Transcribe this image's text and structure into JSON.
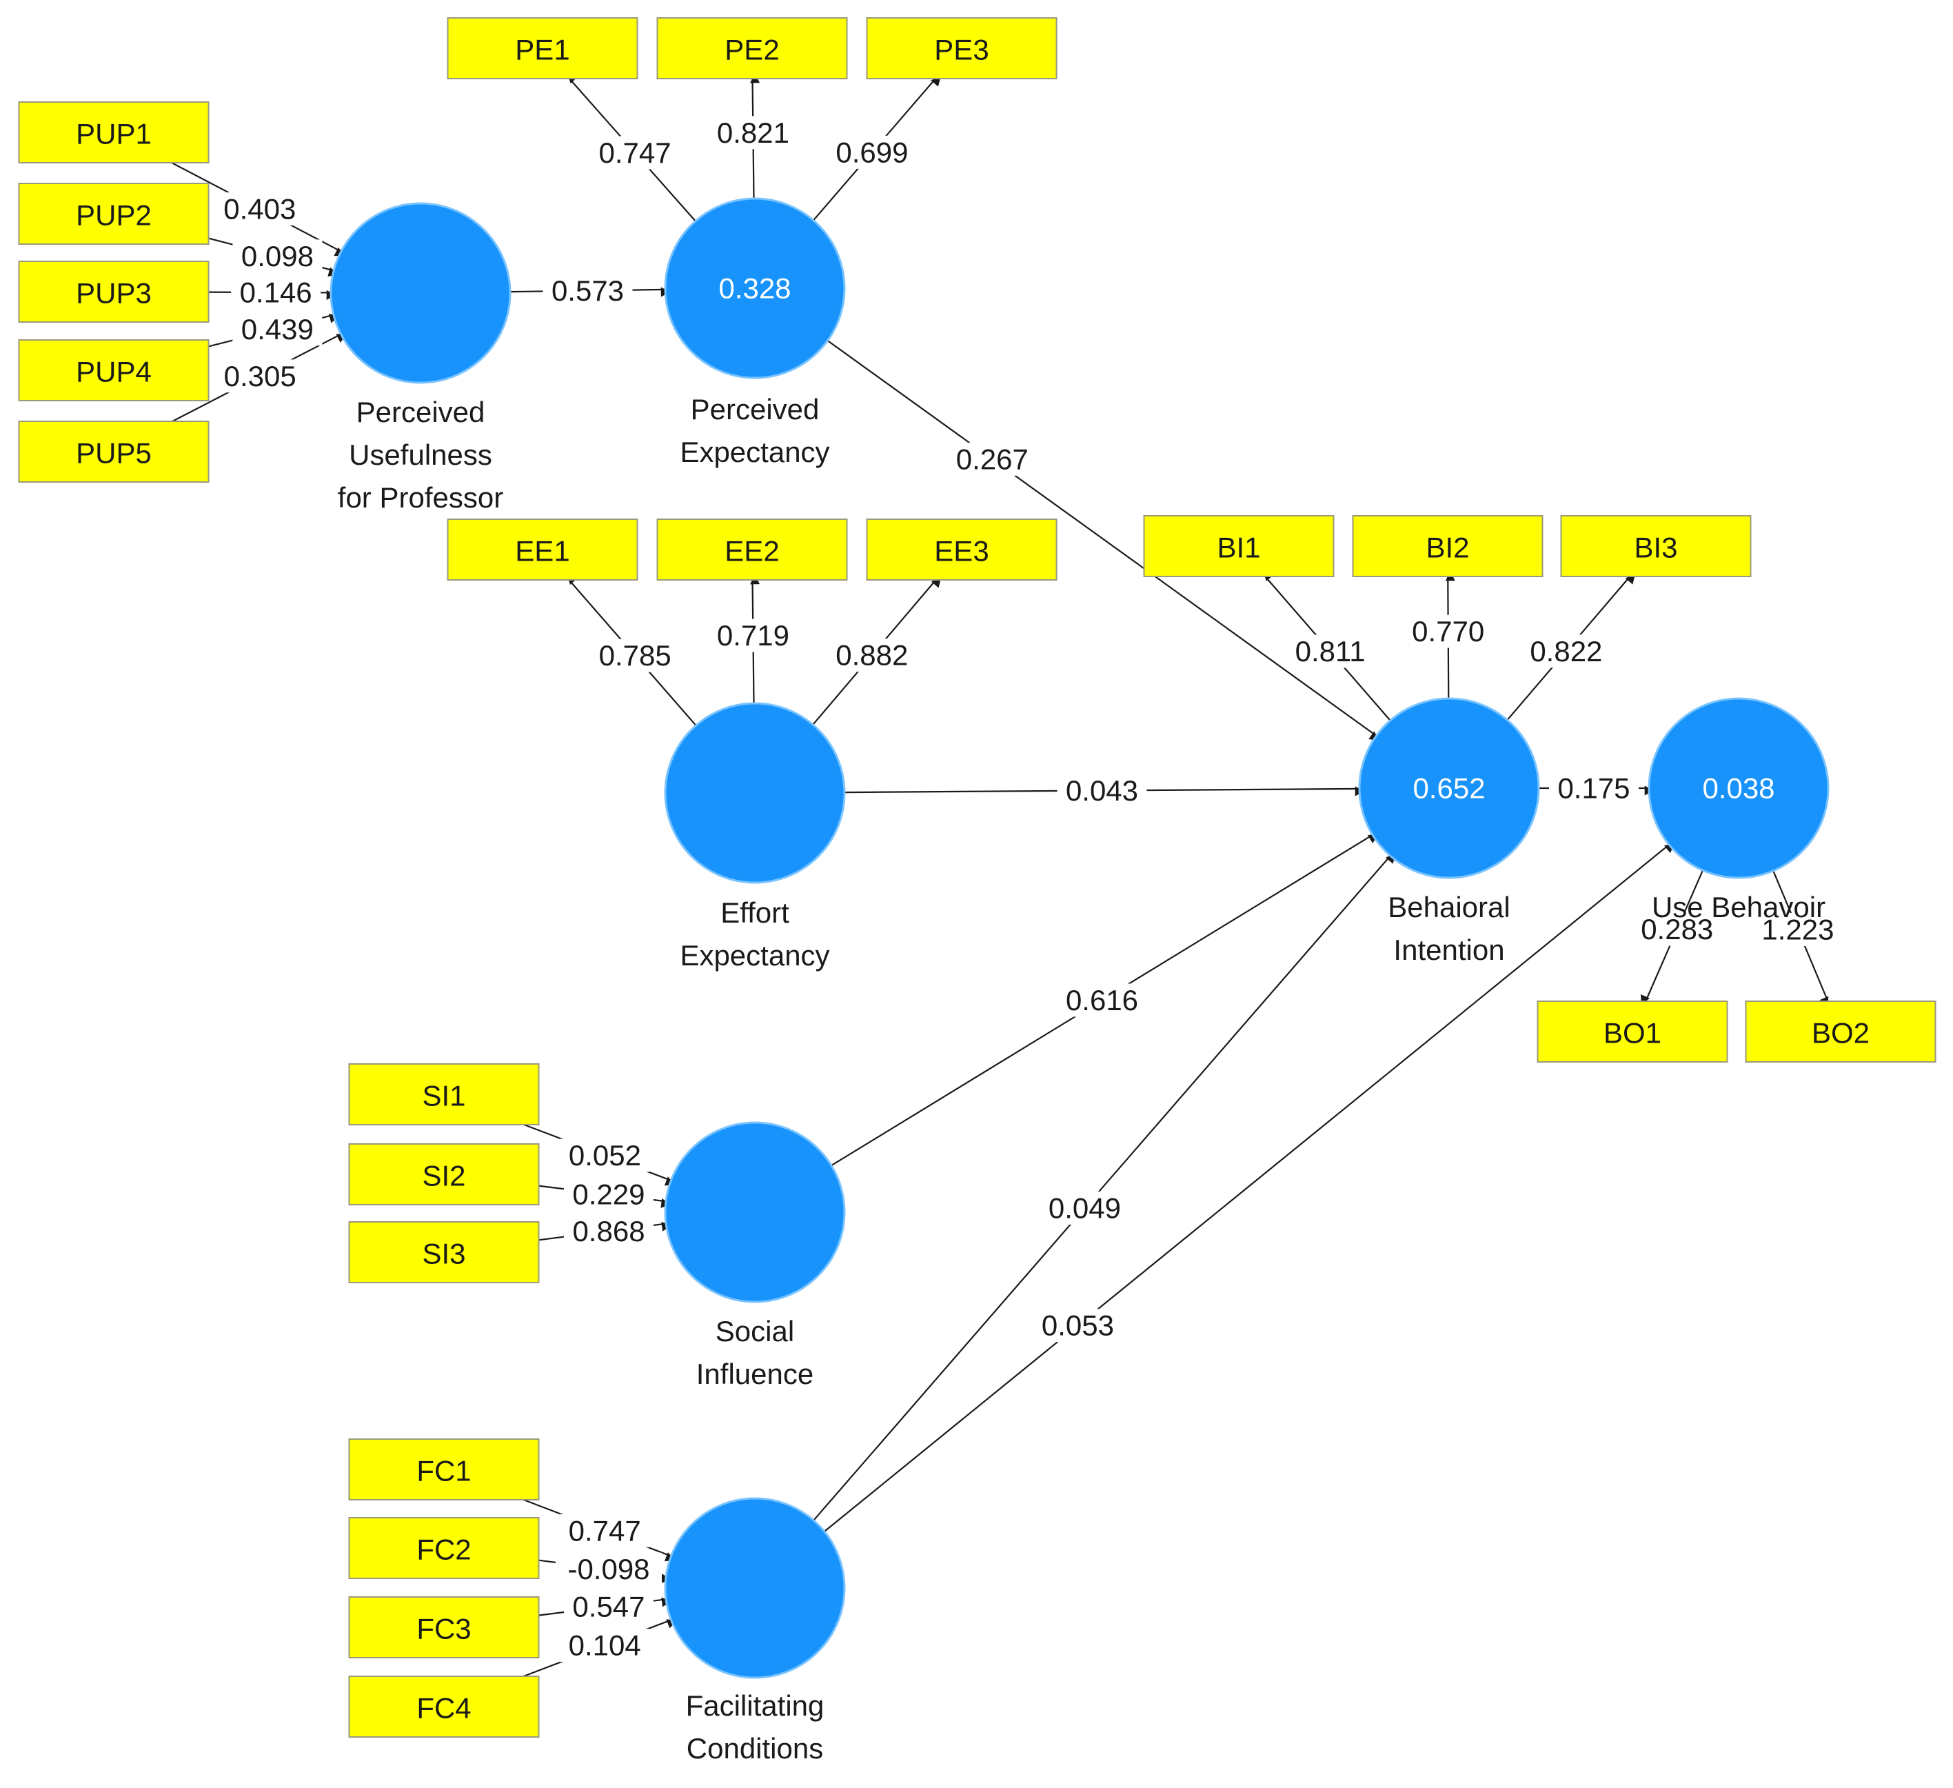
{
  "colors": {
    "latent": "#1893fb",
    "indicator": "#ffff00",
    "line": "#1a1a1a"
  },
  "latent_variables": [
    {
      "id": "PUP",
      "name_lines": [
        "Perceived",
        "Usefulness",
        "for Professor"
      ],
      "r2": ""
    },
    {
      "id": "PE",
      "name_lines": [
        "Perceived",
        "Expectancy"
      ],
      "r2": "0.328"
    },
    {
      "id": "EE",
      "name_lines": [
        "Effort",
        "Expectancy"
      ],
      "r2": ""
    },
    {
      "id": "SI",
      "name_lines": [
        "Social",
        "Influence"
      ],
      "r2": ""
    },
    {
      "id": "FC",
      "name_lines": [
        "Facilitating",
        "Conditions"
      ],
      "r2": ""
    },
    {
      "id": "BI",
      "name_lines": [
        "Behaioral",
        "Intention"
      ],
      "r2": "0.652"
    },
    {
      "id": "UB",
      "name_lines": [
        "Use Behavoir"
      ],
      "r2": "0.038"
    }
  ],
  "indicators": [
    "PUP1",
    "PUP2",
    "PUP3",
    "PUP4",
    "PUP5",
    "PE1",
    "PE2",
    "PE3",
    "EE1",
    "EE2",
    "EE3",
    "BI1",
    "BI2",
    "BI3",
    "BO1",
    "BO2",
    "SI1",
    "SI2",
    "SI3",
    "FC1",
    "FC2",
    "FC3",
    "FC4"
  ],
  "formative_weights": [
    {
      "from": "PUP1",
      "to": "PUP",
      "value": "0.403"
    },
    {
      "from": "PUP2",
      "to": "PUP",
      "value": "0.098"
    },
    {
      "from": "PUP3",
      "to": "PUP",
      "value": "0.146"
    },
    {
      "from": "PUP4",
      "to": "PUP",
      "value": "0.439"
    },
    {
      "from": "PUP5",
      "to": "PUP",
      "value": "0.305"
    },
    {
      "from": "SI1",
      "to": "SI",
      "value": "0.052"
    },
    {
      "from": "SI2",
      "to": "SI",
      "value": "0.229"
    },
    {
      "from": "SI3",
      "to": "SI",
      "value": "0.868"
    },
    {
      "from": "FC1",
      "to": "FC",
      "value": "0.747"
    },
    {
      "from": "FC2",
      "to": "FC",
      "value": "-0.098"
    },
    {
      "from": "FC3",
      "to": "FC",
      "value": "0.547"
    },
    {
      "from": "FC4",
      "to": "FC",
      "value": "0.104"
    }
  ],
  "reflective_loadings": [
    {
      "from": "PE",
      "to": "PE1",
      "value": "0.747"
    },
    {
      "from": "PE",
      "to": "PE2",
      "value": "0.821"
    },
    {
      "from": "PE",
      "to": "PE3",
      "value": "0.699"
    },
    {
      "from": "EE",
      "to": "EE1",
      "value": "0.785"
    },
    {
      "from": "EE",
      "to": "EE2",
      "value": "0.719"
    },
    {
      "from": "EE",
      "to": "EE3",
      "value": "0.882"
    },
    {
      "from": "BI",
      "to": "BI1",
      "value": "0.811"
    },
    {
      "from": "BI",
      "to": "BI2",
      "value": "0.770"
    },
    {
      "from": "BI",
      "to": "BI3",
      "value": "0.822"
    },
    {
      "from": "UB",
      "to": "BO1",
      "value": "0.283"
    },
    {
      "from": "UB",
      "to": "BO2",
      "value": "1.223"
    }
  ],
  "path_coefficients": [
    {
      "from": "PUP",
      "to": "PE",
      "value": "0.573"
    },
    {
      "from": "PE",
      "to": "BI",
      "value": "0.267"
    },
    {
      "from": "EE",
      "to": "BI",
      "value": "0.043"
    },
    {
      "from": "SI",
      "to": "BI",
      "value": "0.616"
    },
    {
      "from": "FC",
      "to": "BI",
      "value": "0.049"
    },
    {
      "from": "FC",
      "to": "UB",
      "value": "0.053"
    },
    {
      "from": "BI",
      "to": "UB",
      "value": "0.175"
    }
  ]
}
